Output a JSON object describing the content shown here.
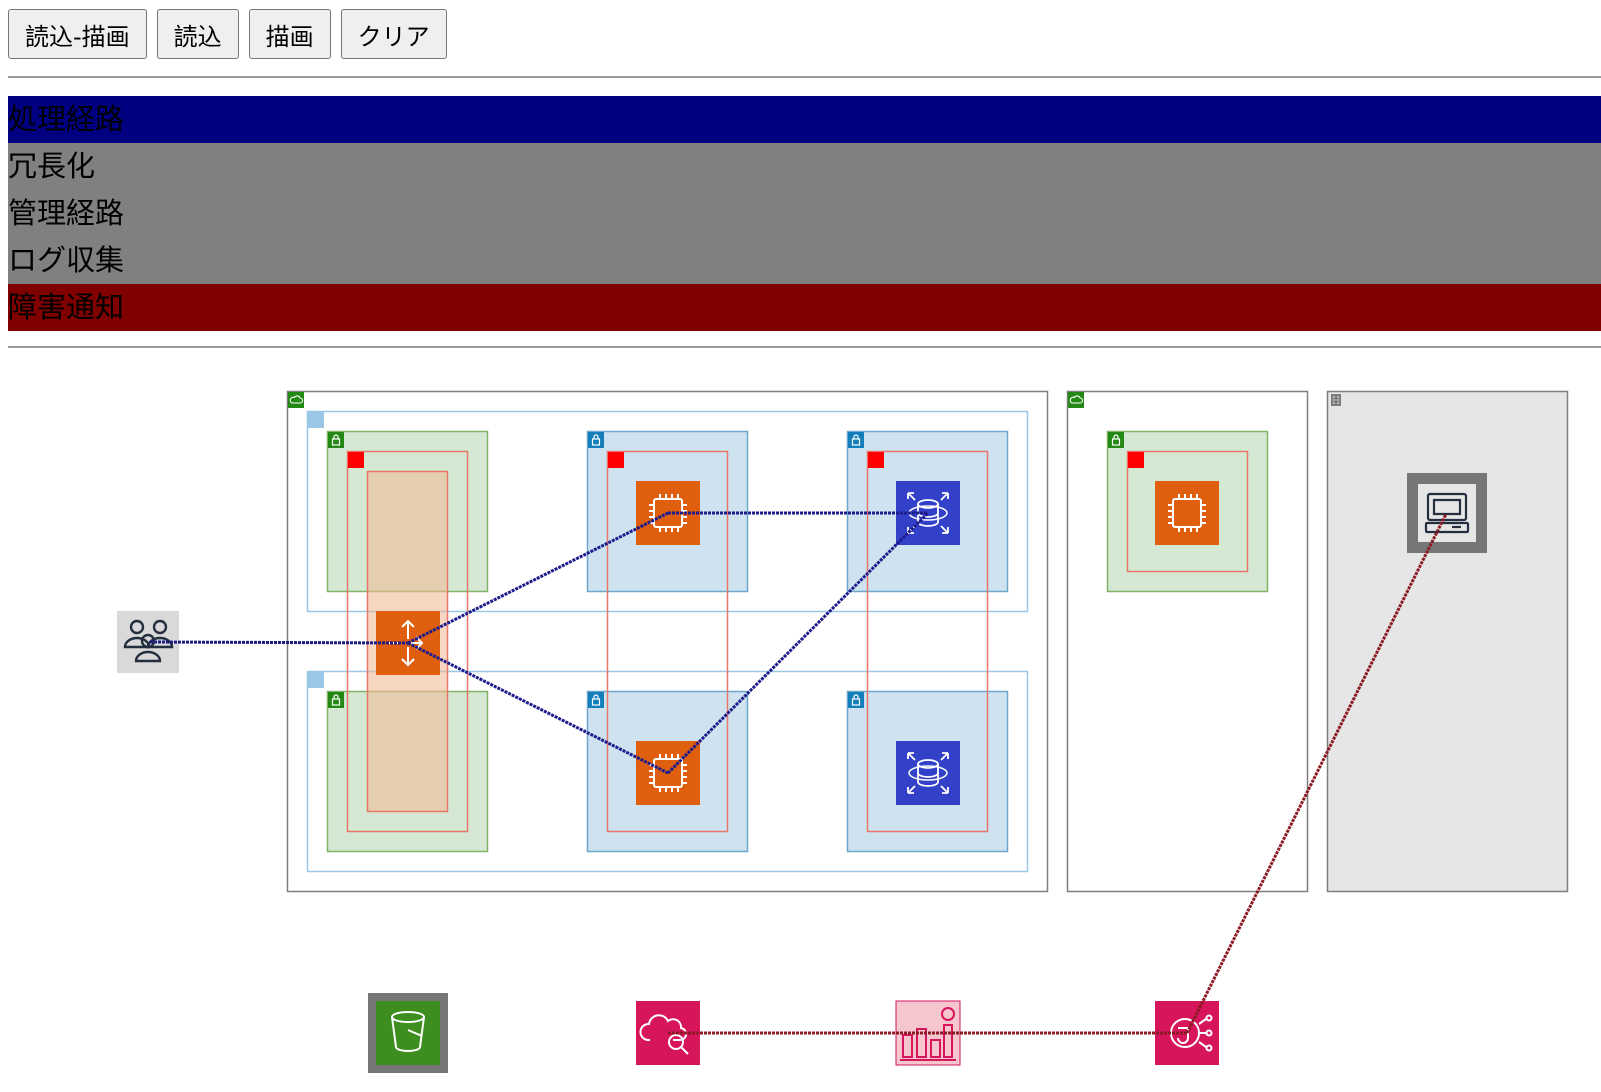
{
  "toolbar": {
    "buttons": [
      {
        "id": "load-draw",
        "label": "読込-描画"
      },
      {
        "id": "load",
        "label": "読込"
      },
      {
        "id": "draw",
        "label": "描画"
      },
      {
        "id": "clear",
        "label": "クリア"
      }
    ]
  },
  "routes": [
    {
      "label": "処理経路",
      "color": "#000080",
      "selected": true
    },
    {
      "label": "冗長化",
      "color": "#808080",
      "selected": false
    },
    {
      "label": "管理経路",
      "color": "#808080",
      "selected": false
    },
    {
      "label": "ログ収集",
      "color": "#808080",
      "selected": false
    },
    {
      "label": "障害通知",
      "color": "#800000",
      "selected": false
    }
  ],
  "colors": {
    "processing_line": "#1c1c8c",
    "alert_line": "#8b1a24",
    "compute": "#e05f0e",
    "database": "#3341c9",
    "management": "#d6155a",
    "storage": "#3d8d1f",
    "public_subnet": "#d5e8d4",
    "private_subnet": "#cfe2f0"
  },
  "diagram": {
    "icons": [
      {
        "id": "users",
        "name": "users-icon",
        "type": "users"
      },
      {
        "id": "elb",
        "name": "load-balancer-icon",
        "type": "elb"
      },
      {
        "id": "ec2-top",
        "name": "ec2-instance-icon",
        "type": "ec2"
      },
      {
        "id": "ec2-bottom",
        "name": "ec2-instance-icon",
        "type": "ec2"
      },
      {
        "id": "rds-top",
        "name": "rds-database-icon",
        "type": "rds"
      },
      {
        "id": "rds-bottom",
        "name": "rds-database-icon",
        "type": "rds"
      },
      {
        "id": "ec2-right",
        "name": "ec2-instance-icon",
        "type": "ec2"
      },
      {
        "id": "client",
        "name": "client-computer-icon",
        "type": "client"
      },
      {
        "id": "s3",
        "name": "s3-bucket-icon",
        "type": "s3"
      },
      {
        "id": "cloudwatch",
        "name": "cloudwatch-icon",
        "type": "cloudwatch"
      },
      {
        "id": "logs",
        "name": "cloudwatch-logs-icon",
        "type": "logs"
      },
      {
        "id": "sns",
        "name": "sns-notification-icon",
        "type": "sns"
      }
    ],
    "edges": [
      {
        "from": "users",
        "to": "elb",
        "route": "処理経路"
      },
      {
        "from": "elb",
        "to": "ec2-top",
        "route": "処理経路"
      },
      {
        "from": "elb",
        "to": "ec2-bottom",
        "route": "処理経路"
      },
      {
        "from": "ec2-top",
        "to": "rds-top",
        "route": "処理経路"
      },
      {
        "from": "ec2-bottom",
        "to": "rds-top",
        "route": "処理経路"
      },
      {
        "from": "cloudwatch",
        "to": "logs",
        "route": "障害通知"
      },
      {
        "from": "logs",
        "to": "sns",
        "route": "障害通知"
      },
      {
        "from": "sns",
        "to": "client",
        "route": "障害通知"
      }
    ]
  }
}
